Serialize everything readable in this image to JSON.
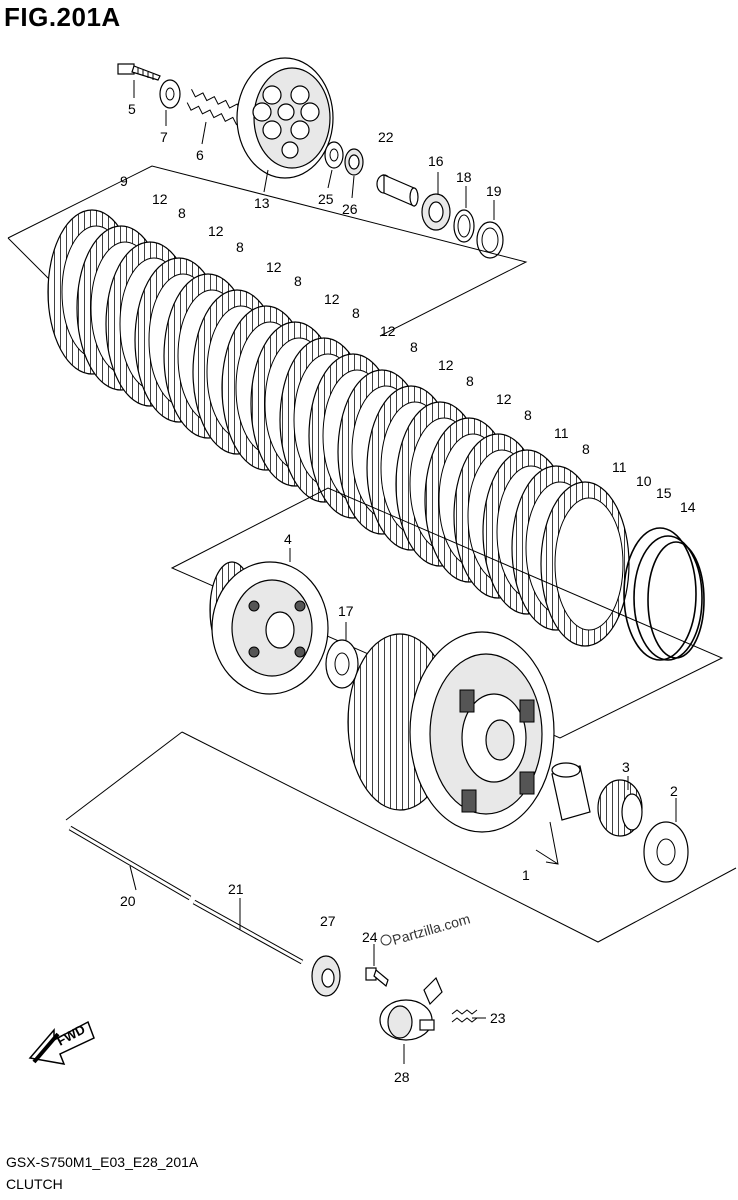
{
  "figure": {
    "title": "FIG.201A",
    "code": "GSX-S750M1_E03_E28_201A",
    "name": "CLUTCH"
  },
  "watermark": "Partzilla.com",
  "fwd_label": "FWD",
  "callouts": {
    "c1": "1",
    "c2": "2",
    "c3": "3",
    "c4": "4",
    "c5": "5",
    "c6": "6",
    "c7": "7",
    "c8": "8",
    "c9": "9",
    "c10": "10",
    "c11": "11",
    "c12": "12",
    "c13": "13",
    "c14": "14",
    "c15": "15",
    "c16": "16",
    "c17": "17",
    "c18": "18",
    "c19": "19",
    "c20": "20",
    "c21": "21",
    "c22": "22",
    "c23": "23",
    "c24": "24",
    "c25": "25",
    "c26": "26",
    "c27": "27",
    "c28": "28"
  }
}
